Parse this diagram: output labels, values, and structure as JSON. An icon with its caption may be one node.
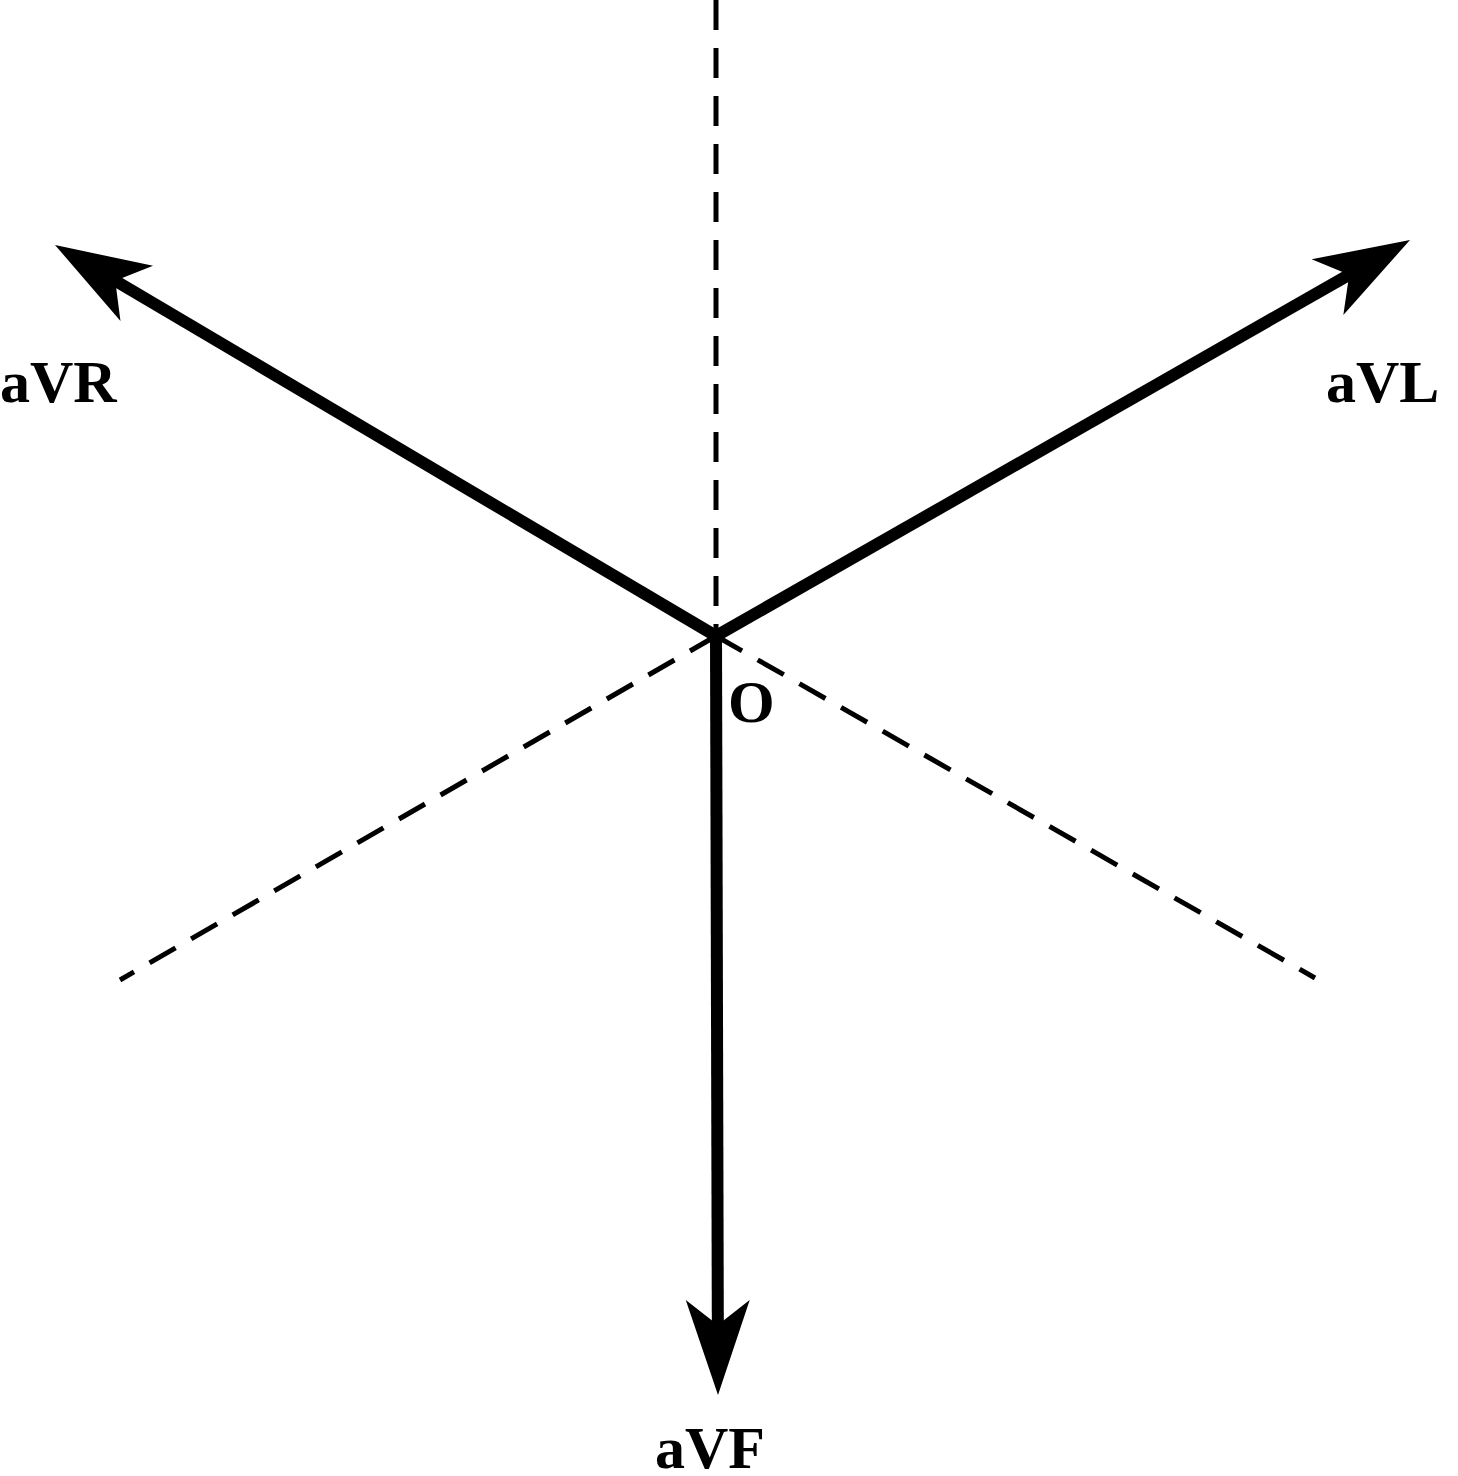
{
  "diagram": {
    "nodes": [
      {
        "text": [
          "O"
        ]
      },
      {
        "text": [
          "aVR"
        ]
      },
      {
        "text": [
          "aVL"
        ]
      },
      {
        "text": [
          "aVF"
        ]
      }
    ],
    "edges": [
      {
        "from": 0,
        "to": 1,
        "arrow": "to"
      },
      {
        "from": 0,
        "to": 2,
        "arrow": "to"
      },
      {
        "from": 0,
        "to": 3,
        "arrow": "to"
      }
    ]
  }
}
